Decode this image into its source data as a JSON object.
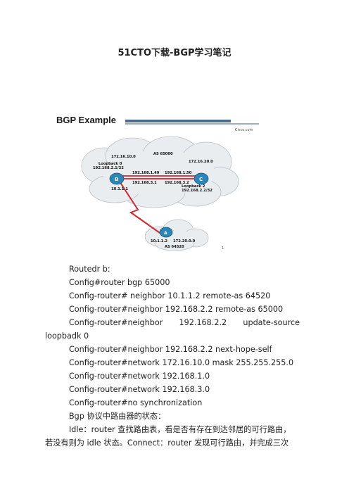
{
  "title": "51CTO下载-BGP学习笔记",
  "figure": {
    "header": "BGP Example",
    "brand": "Cisco.com",
    "as_top": "AS 65000",
    "as_bottom": "AS 64520",
    "net_left": "172.16.10.0",
    "net_right": "172.16.20.0",
    "loopback_b": "Loopback 0",
    "loopback_b_addr": "192.168.2.1/32",
    "loopback_c": "Loopback 2",
    "loopback_c_addr": "192.168.2.2/32",
    "link_top_left": "192.168.1.49",
    "link_top_right": "192.168.1.50",
    "link_bot_left": "192.168.3.1",
    "link_bot_right": "192.168.3.2",
    "serial_b": "10.1.1.1",
    "serial_a": "10.1.1.2",
    "net_a": "172.20.0.0",
    "router_b": "B",
    "router_c": "C",
    "router_a": "A",
    "page_num": "1",
    "small_mark": "....",
    "colors": {
      "header_bar": "#4a6a8e",
      "cloud": "#e8ecef",
      "router": "#2a86b8",
      "link_red": "#d8252c"
    }
  },
  "body": {
    "lines": [
      "Routedr b:",
      "Config#router bgp 65000",
      "Config-router# neighbor 10.1.1.2 remote-as 64520",
      "Config-router#neighbor 192.168.2.2 remote-as 65000"
    ],
    "update_source": {
      "part1": "Config-router#neighbor",
      "part2": "192.168.2.2",
      "part3": "update-source",
      "cont": "loopbadk 0"
    },
    "lines2": [
      "Config-router#neighbor 192.168.2.2 next-hope-self",
      "Config-router#network 172.16.10.0 mask 255.255.255.0",
      "Config-router#network 192.168.1.0",
      "Config-router#network 192.168.3.0",
      "Config-router#no synchronization",
      "Bgp 协议中路由器的状态："
    ],
    "para1": "Idle：router 查找路由表，看是否有存在到达邻居的可行路由，",
    "para2": "若没有则为 idle 状态。Connect：router 发现可行路由，并完成三次"
  }
}
